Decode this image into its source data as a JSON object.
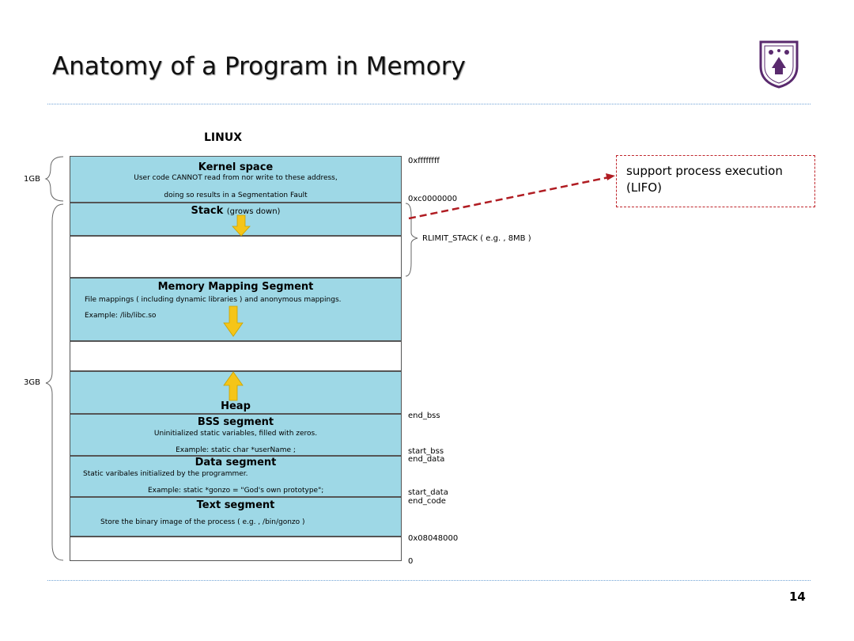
{
  "slide": {
    "title": "Anatomy of a Program in Memory",
    "page_number": "14"
  },
  "diagram": {
    "os_label": "LINUX",
    "segments": {
      "kernel": {
        "title": "Kernel space",
        "line1": "User code CANNOT read from nor write to these address,",
        "line2": "doing so results in a Segmentation Fault"
      },
      "stack": {
        "title": "Stack",
        "note": "(grows down)"
      },
      "mmap": {
        "title": "Memory Mapping Segment",
        "line1": "File mappings ( including dynamic libraries ) and anonymous mappings.",
        "line2": "Example: /lib/libc.so"
      },
      "heap": {
        "title": "Heap"
      },
      "bss": {
        "title": "BSS segment",
        "line1": "Uninitialized static variables, filled with zeros.",
        "line2": "Example: static char *userName ;"
      },
      "data": {
        "title": "Data segment",
        "line1": "Static varibales initialized by the programmer.",
        "line2": "Example: static *gonzo = \"God's own prototype\";"
      },
      "text": {
        "title": "Text segment",
        "line1": "Store the binary image of the process ( e.g. , /bin/gonzo )"
      }
    },
    "addresses": {
      "top": "0xffffffff",
      "kernel_start": "0xc0000000",
      "rlimit": "RLIMIT_STACK ( e.g. , 8MB )",
      "end_bss": "end_bss",
      "start_bss": "start_bss",
      "end_data": "end_data",
      "start_data": "start_data",
      "end_code": "end_code",
      "text_start": "0x08048000",
      "zero": "0"
    },
    "sizes": {
      "kernel": "1GB",
      "user": "3GB"
    },
    "callout": {
      "line1": "support process execution",
      "line2": "(LIFO)"
    }
  },
  "colors": {
    "segment_fill": "#9ed8e6",
    "arrow_fill": "#f5c518",
    "callout_border": "#c0272d",
    "separator": "#6fa3d6"
  }
}
